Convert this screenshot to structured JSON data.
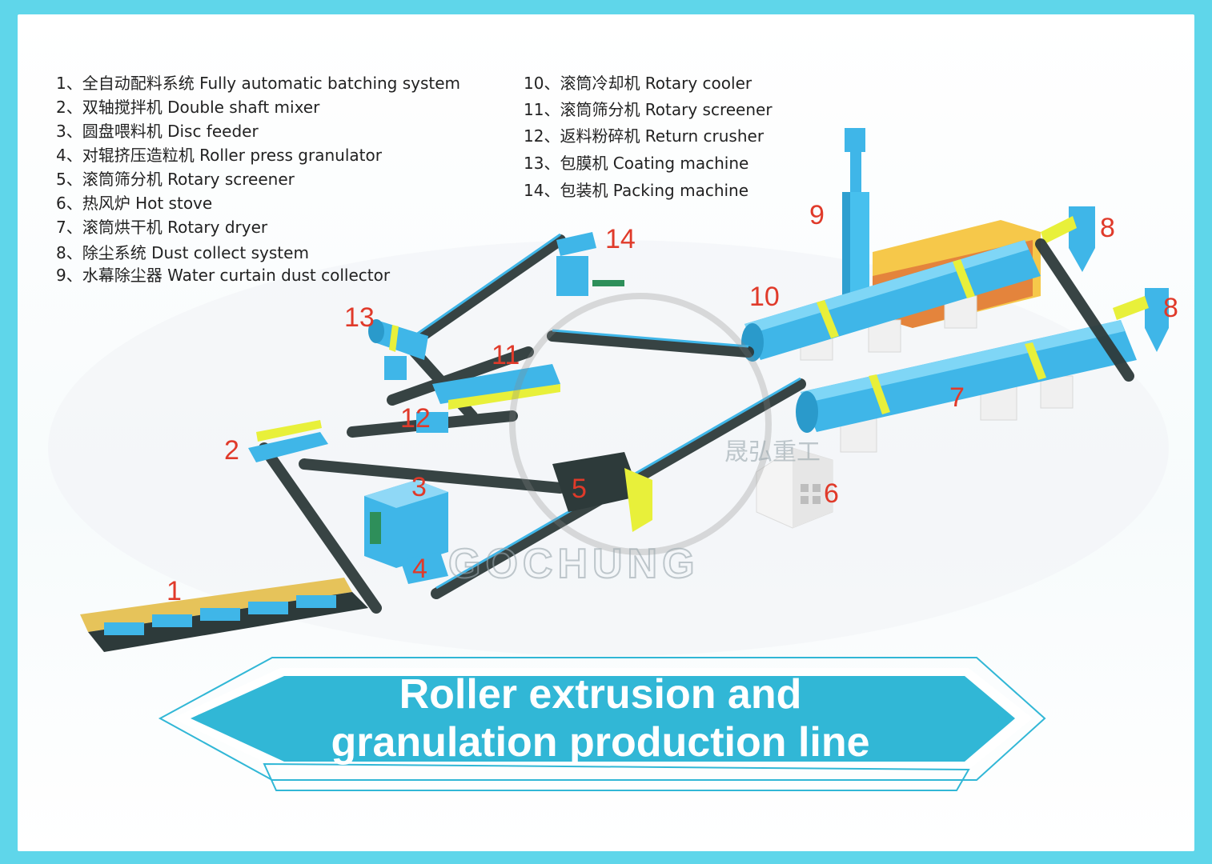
{
  "legend": {
    "left": [
      "1、全自动配料系统 Fully automatic batching system",
      "2、双轴搅拌机 Double shaft mixer",
      "3、圆盘喂料机 Disc feeder",
      "4、对辊挤压造粒机 Roller press granulator",
      "5、滚筒筛分机 Rotary screener",
      "6、热风炉 Hot stove",
      "7、滚筒烘干机 Rotary dryer",
      "8、除尘系统 Dust collect system",
      "9、水幕除尘器 Water curtain dust collector"
    ],
    "right": [
      "10、滚筒冷却机 Rotary cooler",
      "11、滚筒筛分机 Rotary screener",
      "12、返料粉碎机 Return crusher",
      "13、包膜机 Coating machine",
      "14、包装机 Packing machine"
    ]
  },
  "machine_numbers": [
    "1",
    "2",
    "3",
    "4",
    "5",
    "6",
    "7",
    "8",
    "8",
    "9",
    "10",
    "11",
    "12",
    "13",
    "14"
  ],
  "watermark": {
    "brand_cn": "晟弘重工",
    "brand_en": "GOCHUNG"
  },
  "banner": {
    "line1": "Roller extrusion and",
    "line2": "granulation production line"
  },
  "colors": {
    "background": "#5fd6ea",
    "panel": "#ffffff",
    "equipment": "#3fb6e8",
    "accent_yellow": "#e8f03a",
    "label_red": "#e03a2a",
    "banner": "#31b7d6"
  }
}
